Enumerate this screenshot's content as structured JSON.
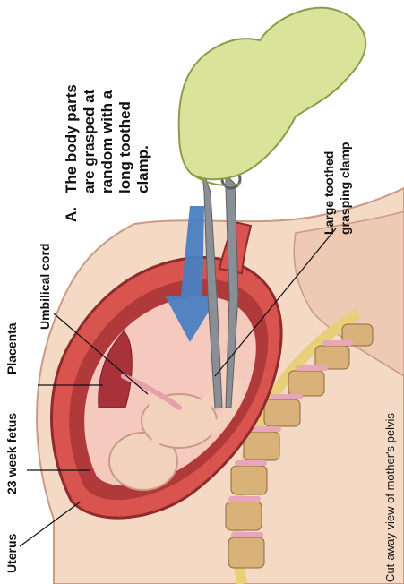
{
  "caption": {
    "letter": "A.",
    "lines": [
      "The body parts",
      "are grasped at",
      "random with a",
      "long toothed",
      "clamp."
    ]
  },
  "labels": {
    "uterus": "Uterus",
    "fetus": "23 week fetus",
    "placenta": "Placenta",
    "cord": "Umbilical cord",
    "clamp_line1": "Large toothed",
    "clamp_line2": "grasping clamp",
    "pelvis": "Cut-away view of mother's pelvis"
  },
  "colors": {
    "skin": "#f4d9c4",
    "uterus_wall": "#d9534f",
    "uterus_lining": "#b03a3a",
    "amniotic": "#f6c9bf",
    "fetus": "#f2d2bd",
    "glove": "#d9e39a",
    "instrument": "#8a8f96",
    "arrow": "#4a7fc1",
    "spine_bone": "#d9b27a",
    "spine_disc": "#e9a6b8",
    "spinal_cord": "#e8d07a"
  },
  "icons": {
    "direction": "down-arrow-icon",
    "hand": "gloved-hand-icon",
    "tool": "clamp-icon"
  }
}
